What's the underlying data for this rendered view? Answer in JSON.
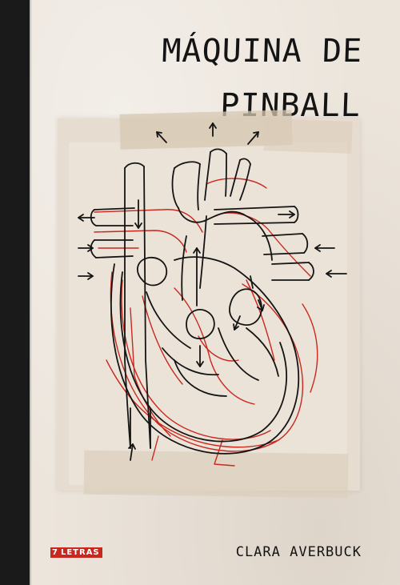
{
  "cover": {
    "title_line1": "MÁQUINA DE",
    "title_line2": "PINBALL",
    "author": "CLARA AVERBUCK",
    "publisher_number": "7",
    "publisher_word": "LETRAS"
  },
  "colors": {
    "spine": "#1a1a1a",
    "background": "#ece5dc",
    "ink_black": "#141414",
    "ink_red": "#c8291f"
  },
  "illustration": {
    "subject": "anatomical heart line drawing with arrows",
    "icon": "heart-diagram-icon"
  }
}
